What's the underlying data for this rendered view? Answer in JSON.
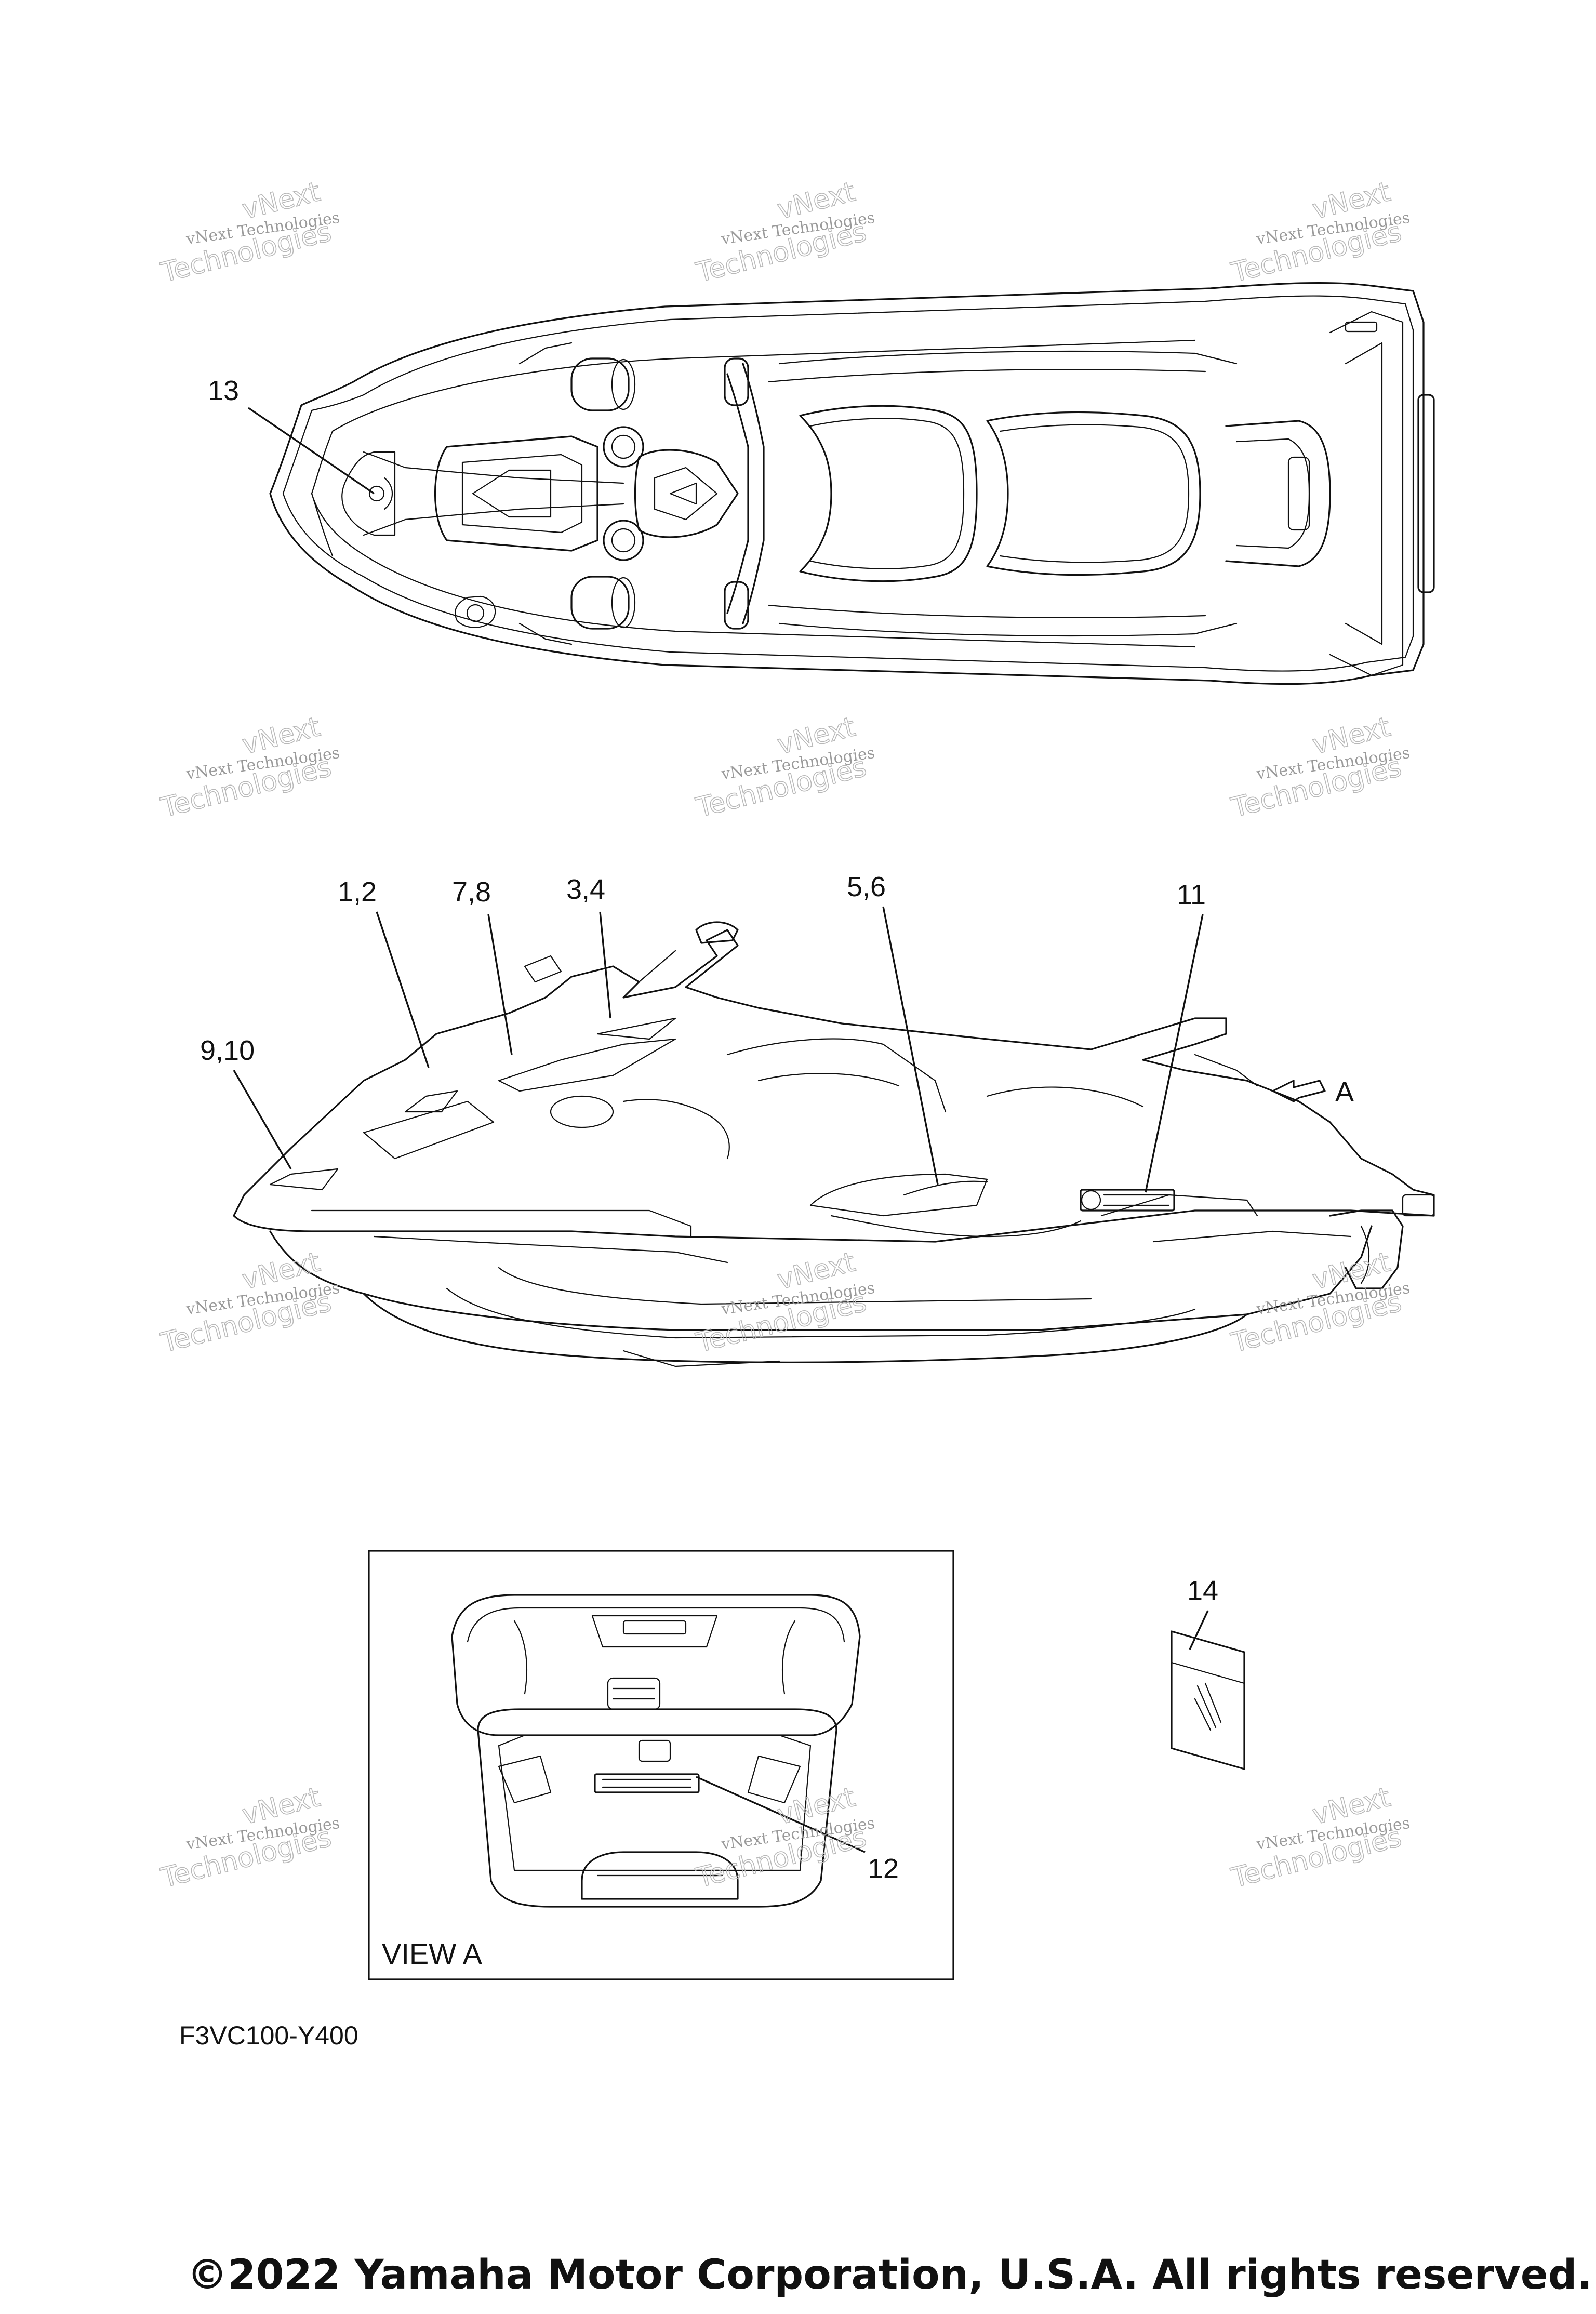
{
  "callouts": {
    "c13": "13",
    "c1_2": "1,2",
    "c7_8": "7,8",
    "c3_4": "3,4",
    "c5_6": "5,6",
    "c11": "11",
    "c9_10": "9,10",
    "cA": "A",
    "c14": "14",
    "c12": "12"
  },
  "view_label": "VIEW A",
  "diagram_code": "F3VC100-Y400",
  "copyright": "©2022 Yamaha Motor Corporation, U.S.A. All rights reserved.",
  "watermark": {
    "line1": "vNext Technologies",
    "word1": "vNext",
    "word2": "Technologies"
  }
}
